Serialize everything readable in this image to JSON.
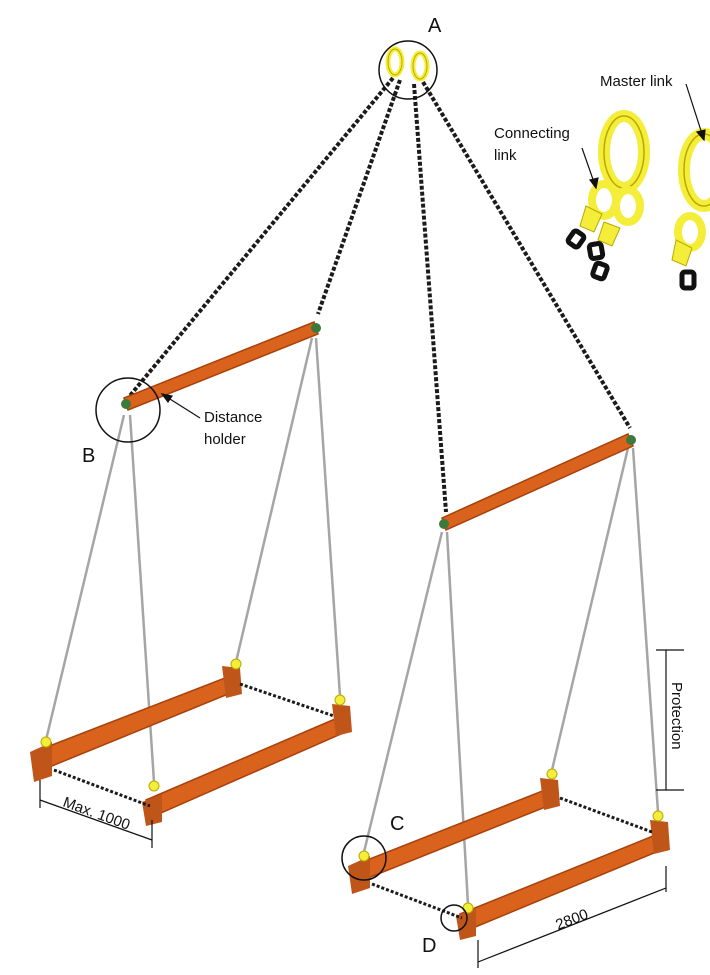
{
  "labels": {
    "a": "A",
    "b": "B",
    "c": "C",
    "d": "D",
    "distance_holder_line1": "Distance",
    "distance_holder_line2": "holder",
    "connecting_link_line1": "Connecting",
    "connecting_link_line2": "link",
    "master_link": "Master link",
    "protection": "Protection"
  },
  "dimensions": {
    "max_width": "Max. 1000",
    "length": "2800"
  },
  "colors": {
    "beam": "#d9621c",
    "beam_dark": "#a8410c",
    "chain": "#1b1b1b",
    "wire": "#9a9a9a",
    "hardware": "#f4ee3a",
    "hardware_dark": "#b8a900"
  }
}
